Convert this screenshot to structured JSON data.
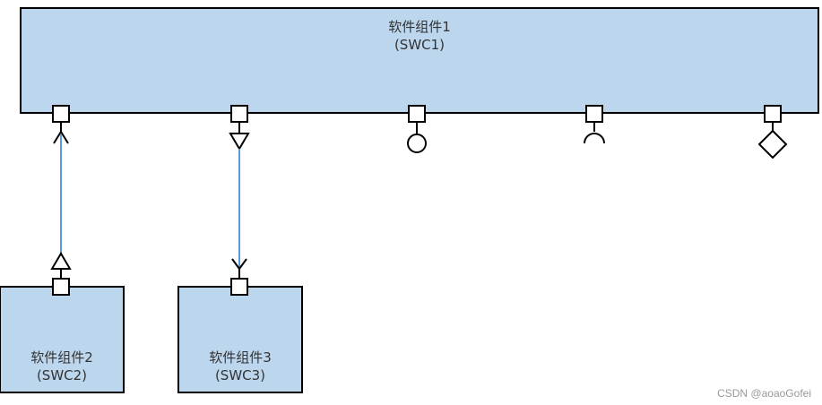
{
  "diagram": {
    "components": {
      "swc1": {
        "name": "软件组件1",
        "id": "(SWC1)"
      },
      "swc2": {
        "name": "软件组件2",
        "id": "(SWC2)"
      },
      "swc3": {
        "name": "软件组件3",
        "id": "(SWC3)"
      }
    },
    "colors": {
      "component_fill": "#bcd6ee",
      "stroke": "#000000",
      "connector": "#5b9bd5",
      "port_fill": "#ffffff"
    }
  },
  "watermark": "CSDN @aoaoGofei"
}
